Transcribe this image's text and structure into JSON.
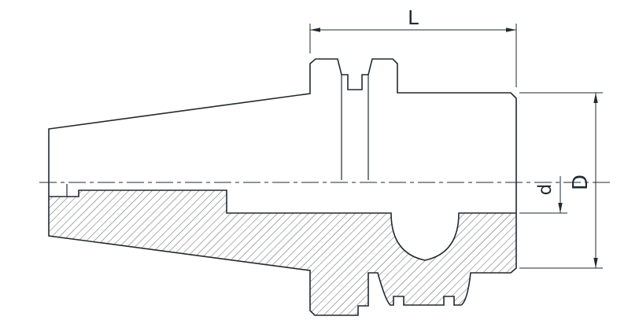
{
  "drawing": {
    "background_color": "#ffffff",
    "line_color": "#222a30",
    "dimension_labels": {
      "length": "L",
      "bore_diameter": "d",
      "body_diameter": "D"
    }
  }
}
